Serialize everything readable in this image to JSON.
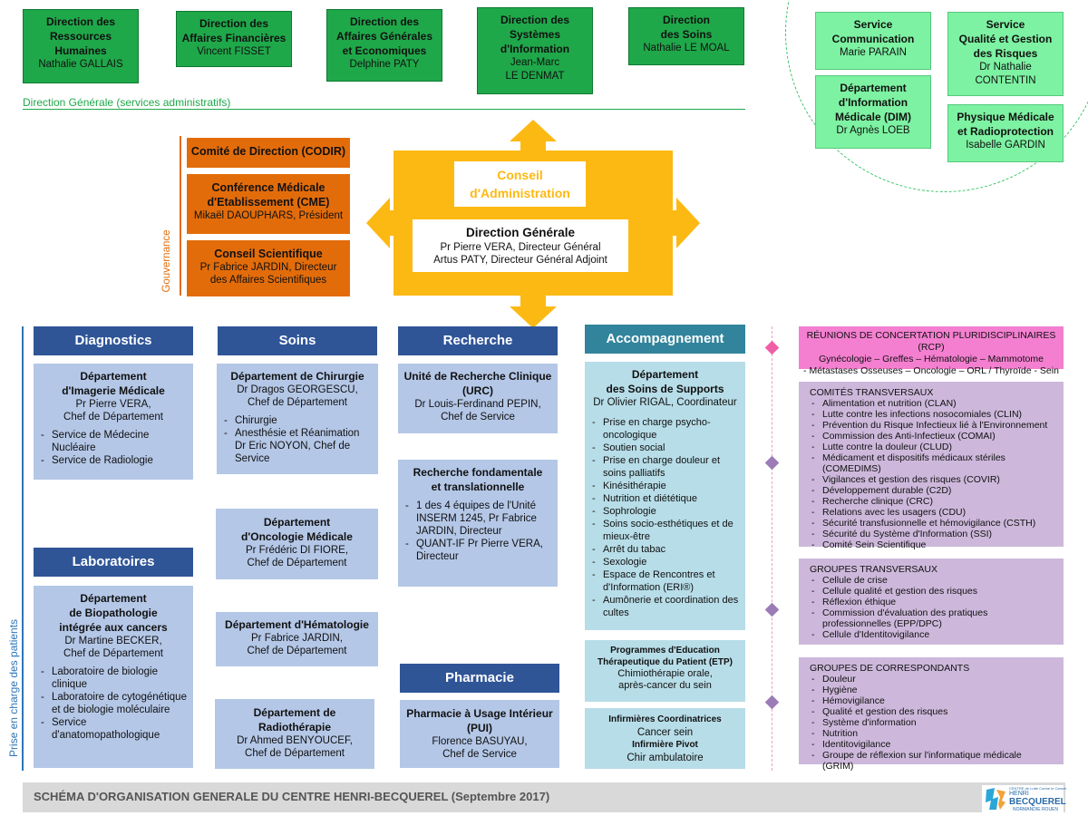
{
  "top_directions": [
    {
      "title": [
        "Direction des",
        "Ressources",
        "Humaines"
      ],
      "person": [
        "Nathalie GALLAIS"
      ]
    },
    {
      "title": [
        "Direction des",
        "Affaires Financières"
      ],
      "person": [
        "Vincent FISSET"
      ]
    },
    {
      "title": [
        "Direction des",
        "Affaires Générales",
        "et Economiques"
      ],
      "person": [
        "Delphine PATY"
      ]
    },
    {
      "title": [
        "Direction des",
        "Systèmes",
        "d'Information"
      ],
      "person": [
        "Jean-Marc",
        "LE DENMAT"
      ]
    },
    {
      "title": [
        "Direction",
        "des Soins"
      ],
      "person": [
        "Nathalie LE MOAL"
      ]
    }
  ],
  "direction_generale_label": "Direction Générale (services administratifs)",
  "circle_services": [
    {
      "title": [
        "Service",
        "Communication"
      ],
      "person": [
        "Marie PARAIN"
      ]
    },
    {
      "title": [
        "Service",
        "Qualité et Gestion",
        "des Risques"
      ],
      "person": [
        "Dr Nathalie",
        "CONTENTIN"
      ]
    },
    {
      "title": [
        "Département",
        "d'Information",
        "Médicale (DIM)"
      ],
      "person": [
        "Dr Agnès LOEB"
      ]
    },
    {
      "title": [
        "Physique Médicale",
        "et Radioprotection"
      ],
      "person": [
        "Isabelle GARDIN"
      ]
    }
  ],
  "governance": {
    "label": "Gouvernance",
    "codir": "Comité de Direction (CODIR)",
    "cme": {
      "title": [
        "Conférence Médicale",
        "d'Etablissement (CME)"
      ],
      "person": [
        "Mikaël DAOUPHARS, Président"
      ]
    },
    "cs": {
      "title": [
        "Conseil Scientifique"
      ],
      "person": [
        "Pr Fabrice JARDIN, Directeur",
        "des Affaires Scientifiques"
      ]
    }
  },
  "conseil": [
    "Conseil",
    "d'Administration"
  ],
  "direction_generale": {
    "title": "Direction Générale",
    "lines": [
      "Pr Pierre VERA, Directeur Général",
      "Artus PATY, Directeur Général Adjoint"
    ]
  },
  "side_label": "Prise en charge des patients",
  "columns": {
    "diagnostics": "Diagnostics",
    "soins": "Soins",
    "recherche": "Recherche",
    "accompagnement": "Accompagnement",
    "laboratoires": "Laboratoires",
    "pharmacie": "Pharmacie"
  },
  "imagerie": {
    "title": [
      "Département",
      "d'Imagerie Médicale"
    ],
    "person": [
      "Pr Pierre VERA,",
      "Chef de Département"
    ],
    "items": [
      "Service de Médecine Nucléaire",
      "Service de Radiologie"
    ]
  },
  "biopatho": {
    "title": [
      "Département",
      "de Biopathologie",
      "intégrée aux cancers"
    ],
    "person": [
      "Dr Martine BECKER,",
      "Chef de Département"
    ],
    "items": [
      "Laboratoire de biologie clinique",
      "Laboratoire de cytogénétique et de biologie moléculaire",
      "Service d'anatomopathologique"
    ]
  },
  "chirurgie": {
    "title": [
      "Département de Chirurgie"
    ],
    "person": [
      "Dr Dragos GEORGESCU,",
      "Chef de Département"
    ],
    "items": [
      "Chirurgie",
      "Anesthésie et Réanimation Dr Eric NOYON, Chef de Service"
    ]
  },
  "oncologie": {
    "title": [
      "Département",
      "d'Oncologie Médicale"
    ],
    "person": [
      "Pr Frédéric DI FIORE,",
      "Chef de Département"
    ]
  },
  "hematologie": {
    "title": [
      "Département d'Hématologie"
    ],
    "person": [
      "Pr Fabrice JARDIN,",
      "Chef de Département"
    ]
  },
  "radiotherapie": {
    "title": [
      "Département de",
      "Radiothérapie"
    ],
    "person": [
      "Dr Ahmed BENYOUCEF,",
      "Chef de Département"
    ]
  },
  "urc": {
    "title": [
      "Unité de Recherche Clinique",
      "(URC)"
    ],
    "person": [
      "Dr Louis-Ferdinand PEPIN,",
      "Chef de Service"
    ]
  },
  "fondamentale": {
    "title": [
      "Recherche fondamentale",
      "et translationnelle"
    ],
    "items": [
      "1 des 4 équipes de l'Unité INSERM 1245, Pr Fabrice JARDIN, Directeur",
      "QUANT-IF Pr Pierre VERA, Directeur"
    ]
  },
  "pui": {
    "title": [
      "Pharmacie à Usage Intérieur",
      "(PUI)"
    ],
    "person": [
      "Florence BASUYAU,",
      "Chef de Service"
    ]
  },
  "soins_support": {
    "title": [
      "Département",
      "des Soins de Supports"
    ],
    "person": [
      "Dr Olivier RIGAL, Coordinateur"
    ],
    "items": [
      "Prise en charge psycho-oncologique",
      "Soutien social",
      "Prise en charge douleur et soins palliatifs",
      "Kinésithérapie",
      "Nutrition et diététique",
      "Sophrologie",
      "Soins socio-esthétiques et de mieux-être",
      "Arrêt du tabac",
      "Sexologie",
      "Espace de Rencontres et d'Information (ERI®)",
      "Aumônerie et coordination des cultes"
    ]
  },
  "etp": {
    "title": [
      "Programmes d'Education",
      "Thérapeutique du Patient (ETP)"
    ],
    "lines": [
      "Chimiothérapie orale,",
      "après-cancer du sein"
    ]
  },
  "infirmieres": {
    "t1": "Infirmières Coordinatrices",
    "l1": "Cancer sein",
    "t2": "Infirmière Pivot",
    "l2": "Chir ambulatoire"
  },
  "rcp": {
    "title": "RÉUNIONS DE CONCERTATION PLURIDISCIPLINAIRES (RCP)",
    "lines": [
      "Gynécologie  –  Greffes  –  Hématologie  –  Mammotome",
      "- Métastases Osseuses – Oncologie – ORL / Thyroïde - Sein"
    ]
  },
  "comites": {
    "title": "COMITÉS TRANSVERSAUX",
    "items": [
      "Alimentation et nutrition (CLAN)",
      "Lutte contre les infections nosocomiales (CLIN)",
      "Prévention du Risque Infectieux lié à l'Environnement",
      "Commission des Anti-Infectieux (COMAI)",
      "Lutte contre la douleur (CLUD)",
      "Médicament et dispositifs médicaux stériles (COMEDIMS)",
      "Vigilances et gestion des risques (COVIR)",
      "Développement durable (C2D)",
      "Recherche clinique (CRC)",
      "Relations avec les usagers (CDU)",
      "Sécurité transfusionnelle et hémovigilance (CSTH)",
      "Sécurité du Système d'Information (SSI)",
      "Comité Sein Scientifique"
    ]
  },
  "groupes": {
    "title": "GROUPES TRANSVERSAUX",
    "items": [
      "Cellule de crise",
      "Cellule qualité et gestion des risques",
      "Réflexion éthique",
      "Commission d'évaluation des pratiques professionnelles (EPP/DPC)",
      "Cellule d'Identitovigilance"
    ]
  },
  "correspondants": {
    "title": "GROUPES DE CORRESPONDANTS",
    "items": [
      "Douleur",
      "Hygiène",
      "Hémovigilance",
      "Qualité et gestion des risques",
      "Système d'information",
      "Nutrition",
      "Identitovigilance",
      "Groupe de réflexion sur l'informatique médicale (GRIM)"
    ]
  },
  "footer": "SCHÉMA D'ORGANISATION GENERALE DU CENTRE HENRI-BECQUEREL (Septembre 2017)",
  "logo": {
    "small": "CENTRE de Lutte Contre le Cancer",
    "name1": "HENRI",
    "name2": "BECQUEREL",
    "sub": "NORMANDIE ROUEN"
  }
}
